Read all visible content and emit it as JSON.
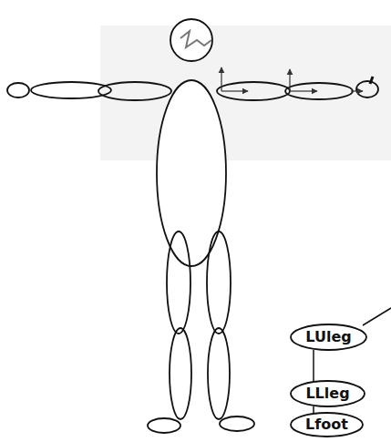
{
  "diagram": {
    "nodes": [
      {
        "text": [
          "LUleg"
        ]
      },
      {
        "text": [
          "LLleg"
        ]
      },
      {
        "text": [
          "Lfoot"
        ]
      }
    ],
    "edges": [
      {
        "from": 0,
        "to": 1,
        "arrow": "none"
      },
      {
        "from": 1,
        "to": 2,
        "arrow": "none"
      }
    ]
  }
}
